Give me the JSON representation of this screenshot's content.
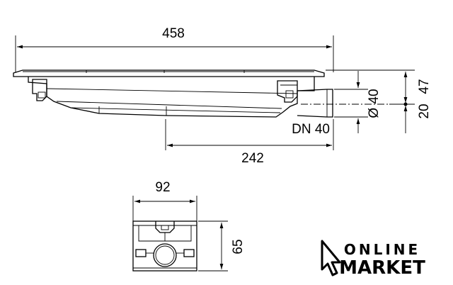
{
  "dimensions": {
    "overall_length": "458",
    "outlet_offset": "242",
    "outlet_diameter": "Ø 40",
    "outlet_label": "DN 40",
    "height_total": "47",
    "outlet_height": "20",
    "section_width": "92",
    "section_height": "65"
  },
  "logo": {
    "line1": "ONLINE",
    "line2": "MARKET"
  }
}
